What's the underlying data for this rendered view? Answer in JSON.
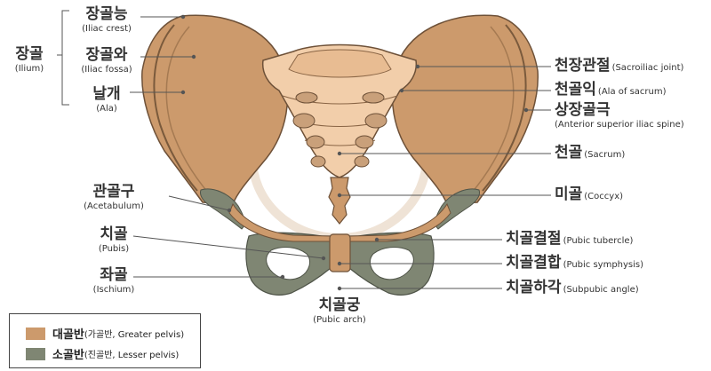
{
  "colors": {
    "greater_pelvis": "#cc9a6c",
    "lesser_pelvis": "#7f8673",
    "sacrum_light": "#f2ceaa",
    "bone_outline": "#6e5138",
    "leader_line": "#555555"
  },
  "labels": {
    "ilium": {
      "ko": "장골",
      "en": "(Ilium)"
    },
    "iliac_crest": {
      "ko": "장골능",
      "en": "(Iliac crest)"
    },
    "iliac_fossa": {
      "ko": "장골와",
      "en": "(Iliac fossa)"
    },
    "ala": {
      "ko": "날개",
      "en": "(Ala)"
    },
    "acetabulum": {
      "ko": "관골구",
      "en": "(Acetabulum)"
    },
    "pubis": {
      "ko": "치골",
      "en": "(Pubis)"
    },
    "ischium": {
      "ko": "좌골",
      "en": "(Ischium)"
    },
    "pubic_arch": {
      "ko": "치골궁",
      "en": "(Pubic arch)"
    },
    "sacroiliac_joint": {
      "ko": "천장관절",
      "en": "(Sacroiliac joint)"
    },
    "ala_of_sacrum": {
      "ko": "천골익",
      "en": "(Ala of sacrum)"
    },
    "asis": {
      "ko": "상장골극",
      "en": "(Anterior superior iliac spine)"
    },
    "sacrum": {
      "ko": "천골",
      "en": "(Sacrum)"
    },
    "coccyx": {
      "ko": "미골",
      "en": "(Coccyx)"
    },
    "pubic_tubercle": {
      "ko": "치골결절",
      "en": "(Pubic tubercle)"
    },
    "pubic_symphysis": {
      "ko": "치골결합",
      "en": "(Pubic symphysis)"
    },
    "subpubic_angle": {
      "ko": "치골하각",
      "en": "(Subpubic angle)"
    }
  },
  "legend": {
    "greater": {
      "ko": "대골반",
      "en": "(가골반, Greater pelvis)"
    },
    "lesser": {
      "ko": "소골반",
      "en": "(진골반, Lesser pelvis)"
    }
  }
}
